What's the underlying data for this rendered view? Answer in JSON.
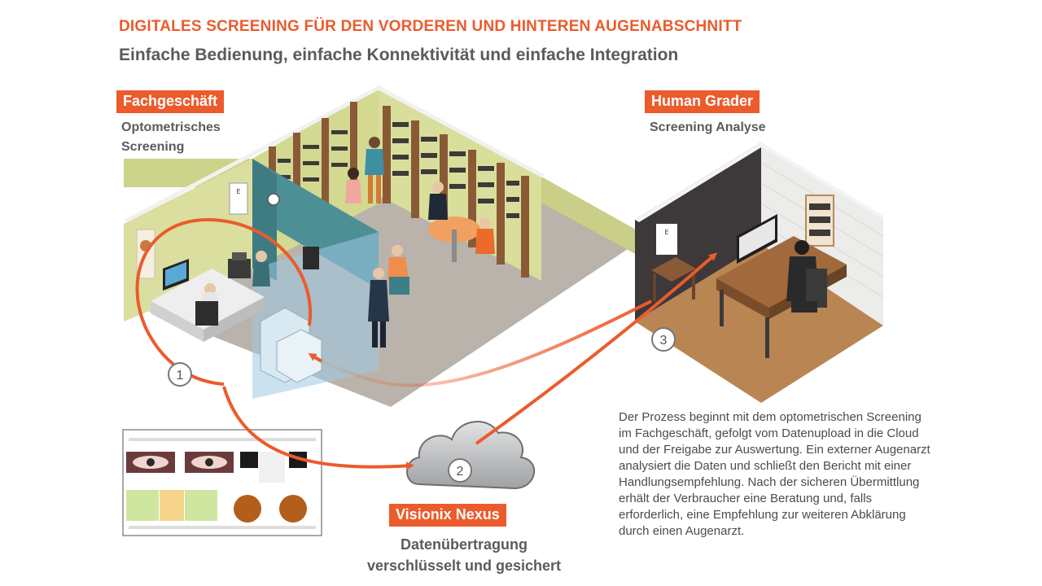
{
  "header": {
    "title": "DIGITALES SCREENING FÜR DEN VORDEREN UND HINTEREN AUGENABSCHNITT",
    "subtitle": "Einfache Bedienung, einfache Konnektivität und einfache Integration"
  },
  "stages": {
    "store": {
      "label": "Fachgeschäft",
      "subtitle_lines": [
        "Optometrisches",
        "Screening"
      ],
      "step": "1"
    },
    "grader": {
      "label": "Human Grader",
      "subtitle": "Screening Analyse",
      "step": "3"
    },
    "cloud": {
      "label": "Visionix Nexus",
      "subtitle_lines": [
        "Datenübertragung",
        "verschlüsselt und gesichert"
      ],
      "step": "2"
    }
  },
  "description": "Der Prozess beginnt mit dem optometrischen Screening im Fachgeschäft, gefolgt vom Datenupload in die Cloud und der Freigabe zur Auswertung. Ein externer Augenarzt analysiert die Daten und schließt den Bericht mit einer Handlungsempfehlung. Nach der sicheren Übermittlung erhält der Verbraucher eine Beratung und, falls erforderlich, eine Empfehlung zur weiteren Abklärung durch einen Augenarzt.",
  "colors": {
    "accent": "#ec5b2c",
    "text": "#58595b",
    "wall_green": "#d9df9c",
    "wall_teal": "#4c8f95",
    "wall_dark": "#3a3536",
    "floor": "#b9b3ab"
  },
  "icons": [
    "store-room-illustration",
    "grader-office-illustration",
    "cloud-icon",
    "report-document-icon",
    "flow-arrow"
  ]
}
